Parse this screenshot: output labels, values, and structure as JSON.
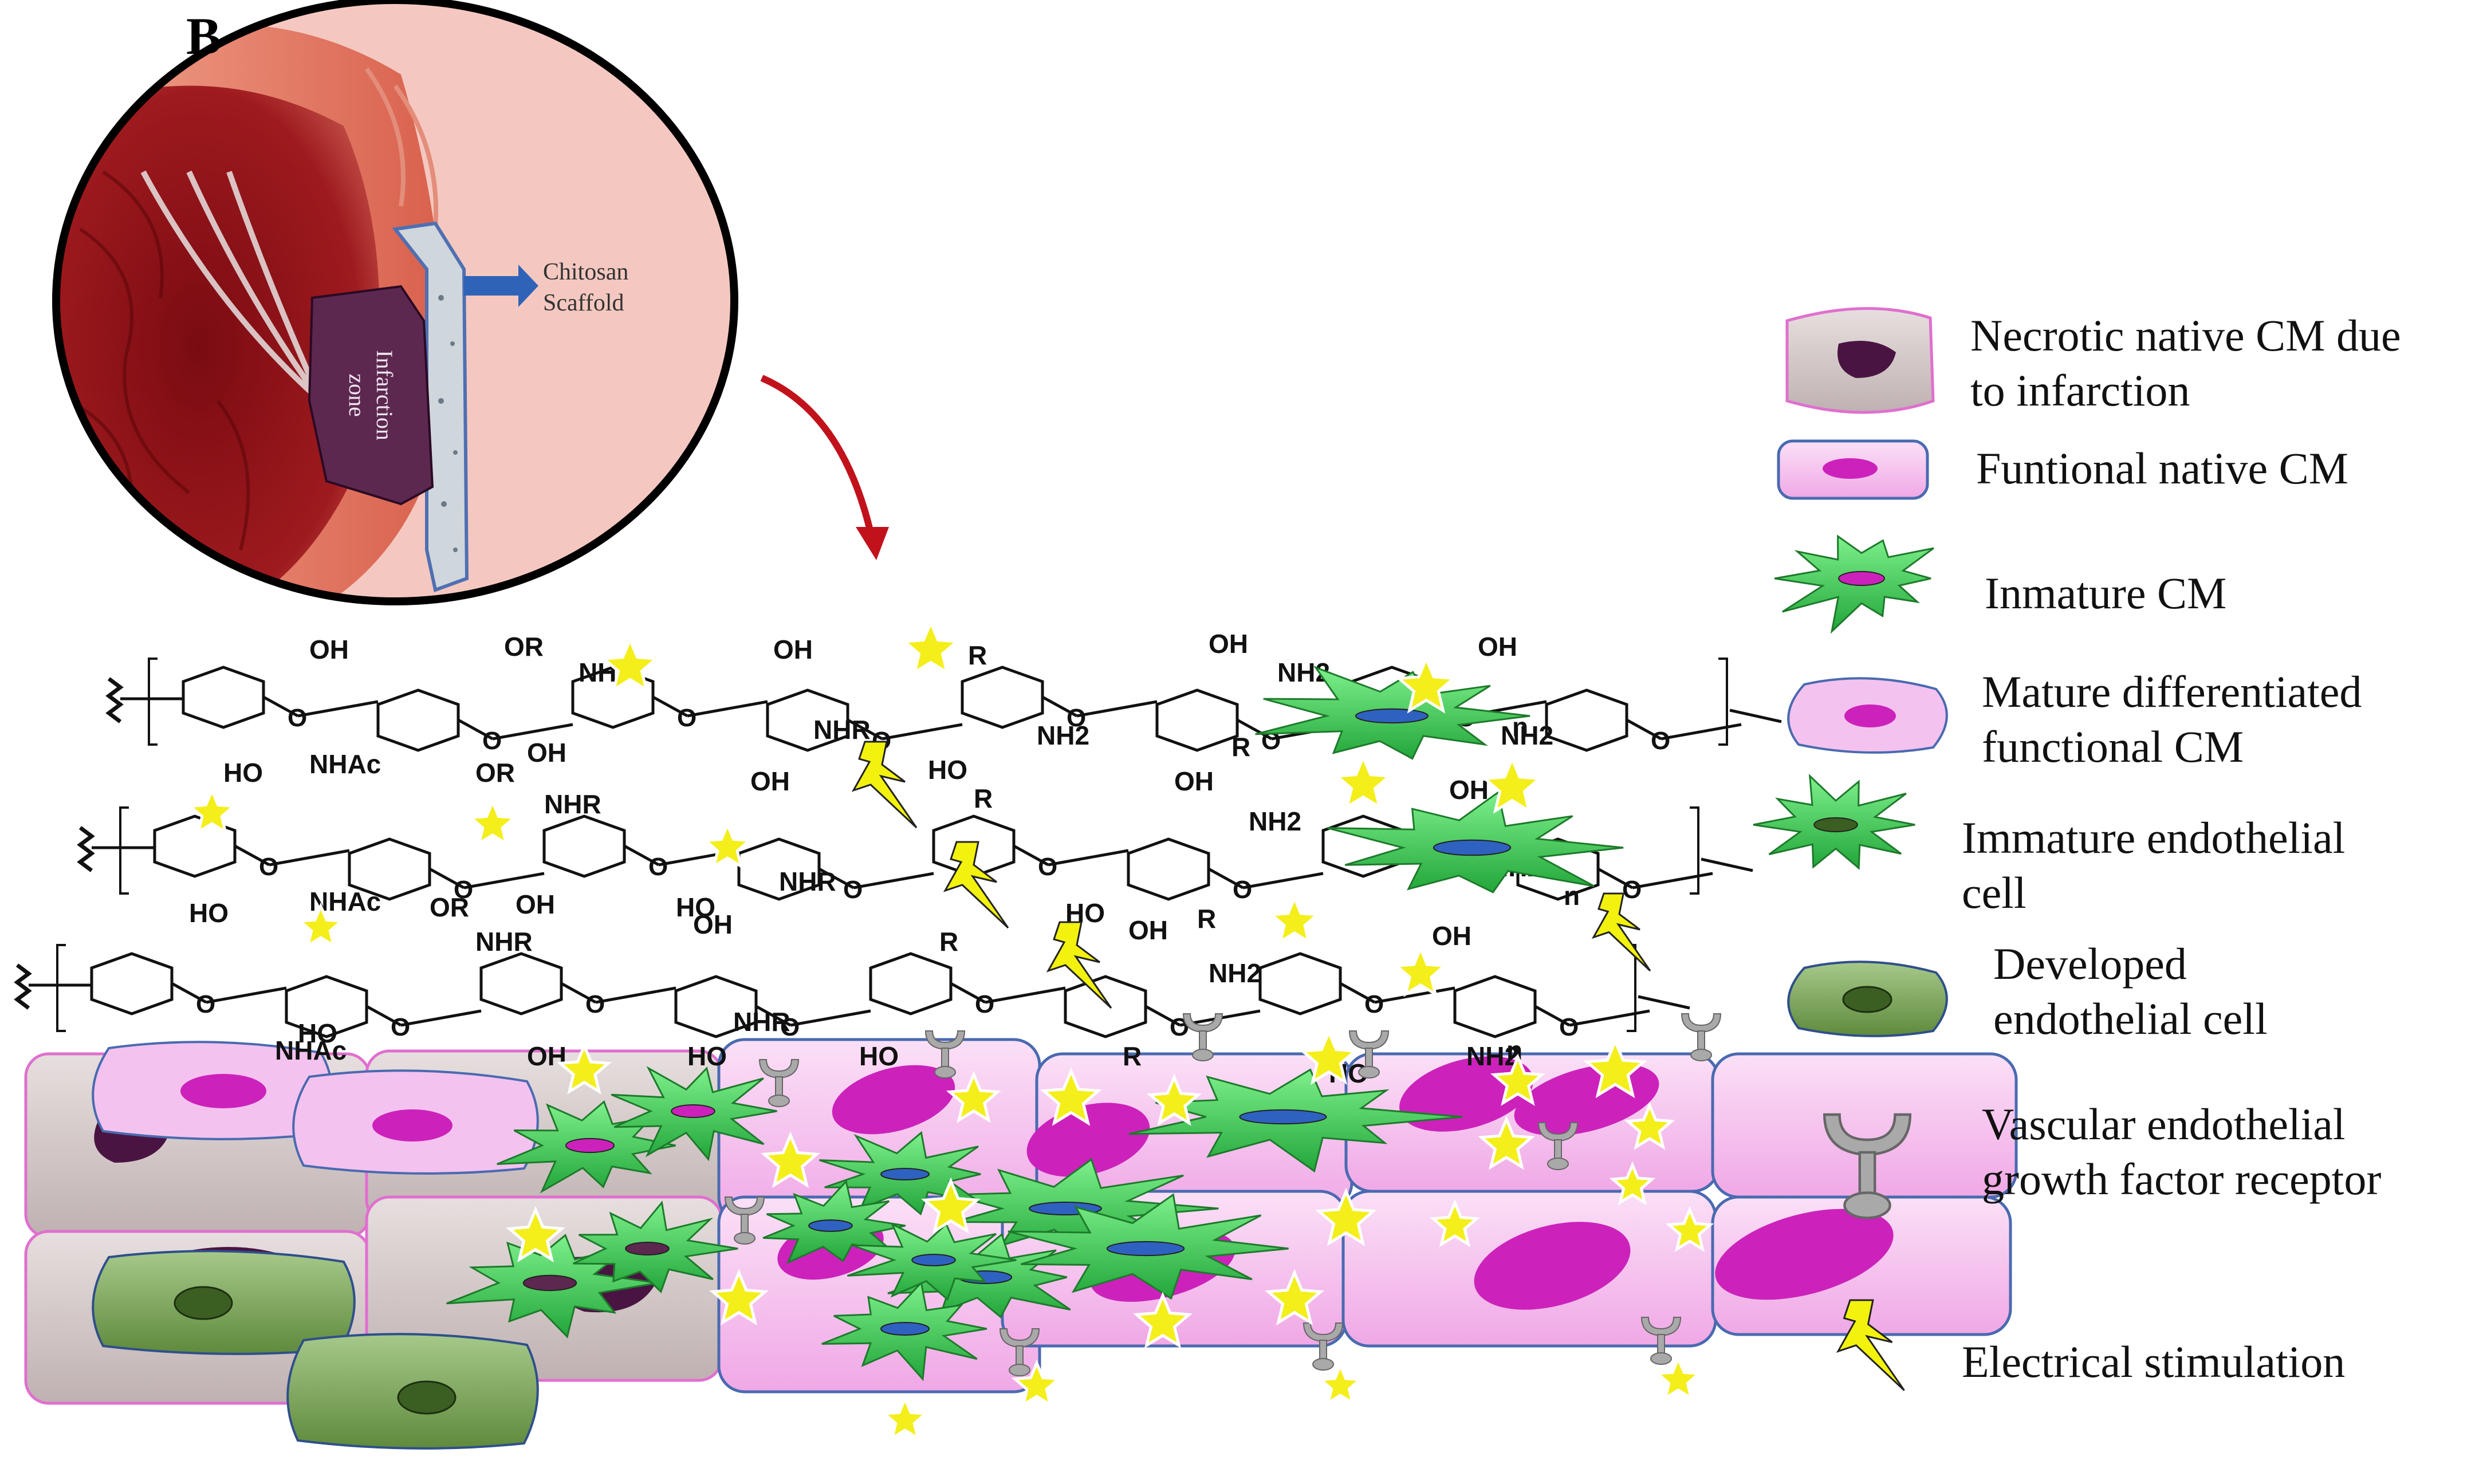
{
  "panel_label": "B",
  "inset": {
    "infarction_label": "Infarction\nzone",
    "scaffold_label": "Chitosan\nScaffold"
  },
  "chemistry": {
    "row1": [
      "OH",
      "OR",
      "NH",
      "OH",
      "R",
      "OH",
      "NH2",
      "OH",
      "HO",
      "NHAc",
      "OH",
      "NHR",
      "NH2",
      "HO",
      "R",
      "NH2",
      "n"
    ],
    "row2": [
      "OR",
      "NHR",
      "OH",
      "R",
      "OH",
      "NH2",
      "OH",
      "NH2",
      "HO",
      "NHAc",
      "OH",
      "HO",
      "NHR",
      "HO",
      "R",
      "n"
    ],
    "row3": [
      "OR",
      "NHR",
      "OH",
      "R",
      "OH",
      "NH2",
      "OH",
      "HO",
      "NHAc",
      "OH",
      "HO",
      "NHR",
      "HO",
      "R",
      "HO",
      "NH2",
      "n"
    ]
  },
  "legend": [
    {
      "key": "necrotic",
      "text": "Necrotic native CM due\nto infarction"
    },
    {
      "key": "functional",
      "text": "Funtional native CM"
    },
    {
      "key": "inmature",
      "text": "Inmature CM"
    },
    {
      "key": "mature",
      "text": "Mature differentiated\nfunctional CM"
    },
    {
      "key": "immature_endo",
      "text": "Immature endothelial\ncell"
    },
    {
      "key": "developed_endo",
      "text": "Developed\nendothelial cell"
    },
    {
      "key": "vegfr",
      "text": "Vascular endothelial\ngrowth factor receptor"
    },
    {
      "key": "electrical",
      "text": "Electrical stimulation"
    }
  ],
  "colors": {
    "necrotic_fill": "#cfc3c3",
    "necrotic_nucleus": "#4a1442",
    "functional_fill": "#f6c8ef",
    "functional_nucleus": "#cc22bb",
    "green_cell": "#3fd05a",
    "blue_nucleus": "#2f62c0",
    "developed_endo": "#7ea85a",
    "receptor": "#a9a9a9",
    "star": "#f4ee1a",
    "bolt": "#f2f20e",
    "arrow_red": "#c1121c",
    "arrow_blue": "#2f63b8"
  }
}
